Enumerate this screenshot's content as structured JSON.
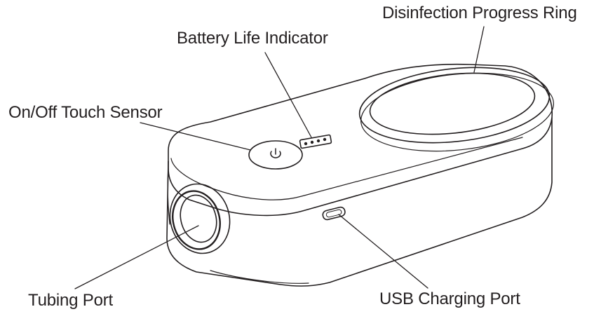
{
  "labels": {
    "disinfection_ring": "Disinfection Progress Ring",
    "battery_indicator": "Battery Life Indicator",
    "power_sensor": "On/Off Touch Sensor",
    "tubing_port": "Tubing Port",
    "usb_port": "USB Charging Port"
  },
  "colors": {
    "line": "#231f20",
    "background": "#ffffff"
  }
}
